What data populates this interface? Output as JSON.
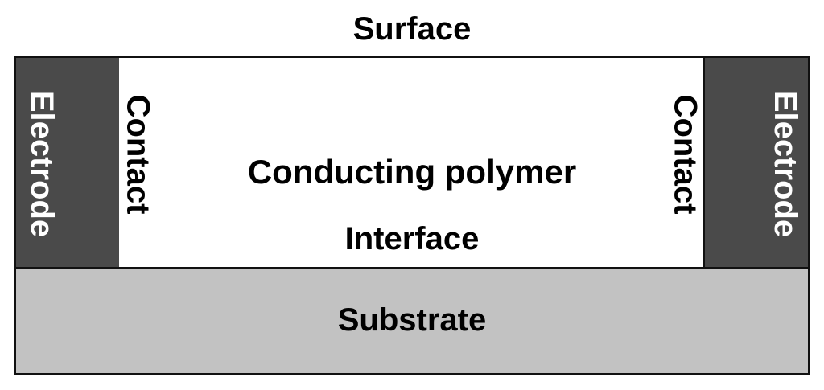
{
  "diagram": {
    "surface_label": "Surface",
    "left_electrode_label": "Electrode",
    "right_electrode_label": "Electrode",
    "left_contact_label": "Contact",
    "right_contact_label": "Contact",
    "polymer_label": "Conducting polymer",
    "interface_label": "Interface",
    "substrate_label": "Substrate"
  },
  "colors": {
    "electrode": "#4a4a4a",
    "substrate": "#c2c2c2",
    "polymer": "#ffffff",
    "outline": "#111111"
  }
}
